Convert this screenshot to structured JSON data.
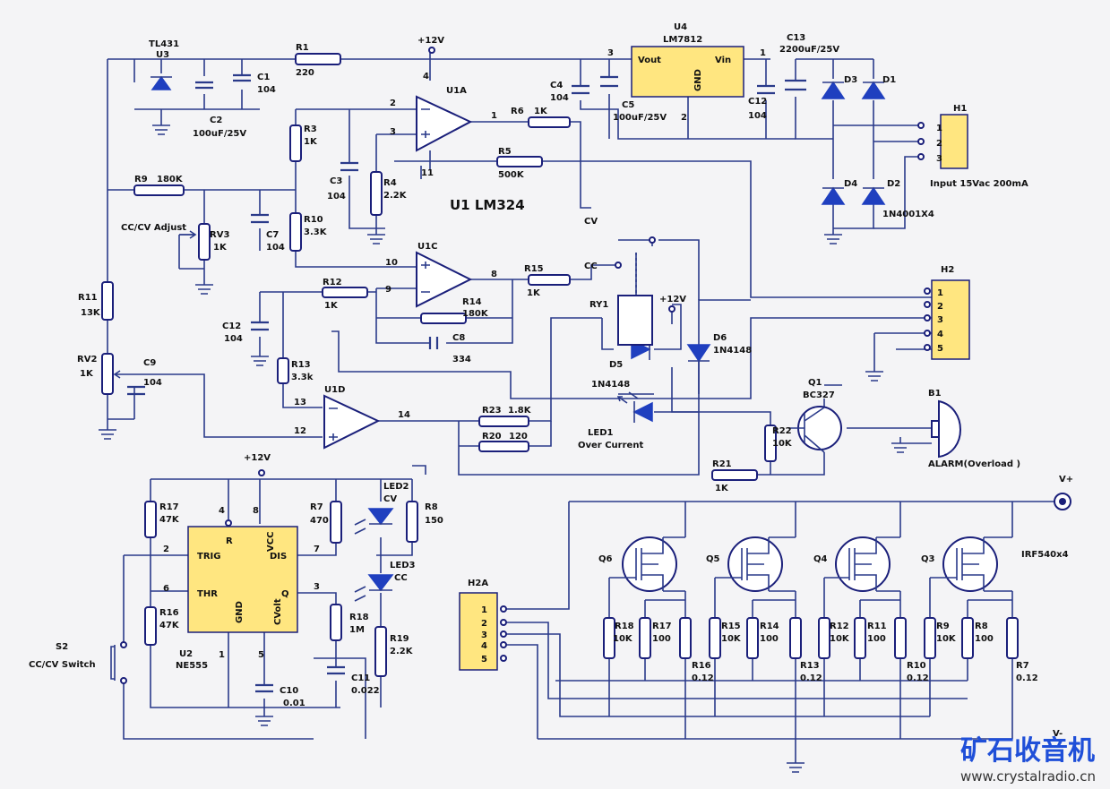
{
  "components": {
    "u3": {
      "ref": "U3",
      "part": "TL431"
    },
    "u4": {
      "ref": "U4",
      "part": "LM7812",
      "vout": "Vout",
      "gnd": "GND",
      "vin": "Vin",
      "pin3": "3",
      "pin2": "2",
      "pin1": "1"
    },
    "u1": {
      "title": "U1  LM324",
      "u1a": "U1A",
      "u1c": "U1C",
      "u1d": "U1D"
    },
    "u2": {
      "ref": "U2",
      "part": "NE555",
      "trig": "TRIG",
      "thr": "THR",
      "gnd": "GND",
      "vcc": "VCC",
      "r": "R",
      "dis": "DIS",
      "q": "Q",
      "cvolt": "CVolt"
    },
    "r1": {
      "ref": "R1",
      "val": "220"
    },
    "r3": {
      "ref": "R3",
      "val": "1K"
    },
    "r4": {
      "ref": "R4",
      "val": "2.2K"
    },
    "r5": {
      "ref": "R5",
      "val": "500K"
    },
    "r6": {
      "ref": "R6",
      "val": "1K"
    },
    "r9": {
      "ref": "R9",
      "val": "180K"
    },
    "r10": {
      "ref": "R10",
      "val": "3.3K"
    },
    "r11": {
      "ref": "R11",
      "val": "13K"
    },
    "r12": {
      "ref": "R12",
      "val": "1K"
    },
    "r13": {
      "ref": "R13",
      "val": "3.3k"
    },
    "r14": {
      "ref": "R14",
      "val": "180K"
    },
    "r15": {
      "ref": "R15",
      "val": "1K"
    },
    "r20": {
      "ref": "R20",
      "val": "120"
    },
    "r21": {
      "ref": "R21",
      "val": "1K"
    },
    "r22": {
      "ref": "R22",
      "val": "10K"
    },
    "r23": {
      "ref": "R23",
      "val": "1.8K"
    },
    "r7b": {
      "ref": "R7",
      "val": "470"
    },
    "r8b": {
      "ref": "R8",
      "val": "150"
    },
    "r16b": {
      "ref": "R16",
      "val": "47K"
    },
    "r17b": {
      "ref": "R17",
      "val": "47K"
    },
    "r18b": {
      "ref": "R18",
      "val": "1M"
    },
    "r19b": {
      "ref": "R19",
      "val": "2.2K"
    },
    "c1": {
      "ref": "C1",
      "val": "104"
    },
    "c2": {
      "ref": "C2",
      "val": "100uF/25V"
    },
    "c3": {
      "ref": "C3",
      "val": "104"
    },
    "c4": {
      "ref": "C4",
      "val": "104"
    },
    "c5": {
      "ref": "C5",
      "val": "100uF/25V"
    },
    "c7": {
      "ref": "C7",
      "val": "104"
    },
    "c8": {
      "ref": "C8",
      "val": "334"
    },
    "c9": {
      "ref": "C9",
      "val": "104"
    },
    "c10": {
      "ref": "C10",
      "val": "0.01"
    },
    "c11": {
      "ref": "C11",
      "val": "0.022"
    },
    "c12a": {
      "ref": "C12",
      "val": "104"
    },
    "c12b": {
      "ref": "C12",
      "val": "104"
    },
    "c13": {
      "ref": "C13",
      "val": "2200uF/25V"
    },
    "rv2": {
      "ref": "RV2",
      "val": "1K"
    },
    "rv3": {
      "ref": "RV3",
      "val": "1K",
      "adj": "CC/CV Adjust"
    },
    "d1": "D1",
    "d2": "D2",
    "d3": "D3",
    "d4": "D4",
    "d_note": "1N4001X4",
    "d5": {
      "ref": "D5",
      "val": "1N4148"
    },
    "d6": {
      "ref": "D6",
      "val": "1N4148"
    },
    "led1": {
      "ref": "LED1",
      "val": "Over Current"
    },
    "led2": {
      "ref": "LED2",
      "val": "CV"
    },
    "led3": {
      "ref": "LED3",
      "val": "CC"
    },
    "ry1": "RY1",
    "q1": {
      "ref": "Q1",
      "val": "BC327"
    },
    "b1": {
      "ref": "B1",
      "val": "ALARM(Overload )"
    },
    "s2": {
      "ref": "S2",
      "val": "CC/CV Switch"
    },
    "h1": {
      "ref": "H1",
      "note": "Input 15Vac 200mA",
      "pins": [
        "1",
        "2",
        "3"
      ]
    },
    "h2": {
      "ref": "H2",
      "pins": [
        "1",
        "2",
        "3",
        "4",
        "5"
      ]
    },
    "h2a": {
      "ref": "H2A",
      "pins": [
        "1",
        "2",
        "3",
        "4",
        "5"
      ]
    },
    "cv": "CV",
    "cc": "CC",
    "vplus": "V+",
    "vminus": "V-",
    "plus12": "+12V",
    "mosfets": {
      "q6": "Q6",
      "q5": "Q5",
      "q4": "Q4",
      "q3": "Q3",
      "note": "IRF540x4",
      "r18": {
        "ref": "R18",
        "val": "10K"
      },
      "r17": {
        "ref": "R17",
        "val": "100"
      },
      "r16": {
        "ref": "R16",
        "val": "0.12"
      },
      "r15": {
        "ref": "R15",
        "val": "10K"
      },
      "r14": {
        "ref": "R14",
        "val": "100"
      },
      "r13": {
        "ref": "R13",
        "val": "0.12"
      },
      "r12": {
        "ref": "R12",
        "val": "10K"
      },
      "r11": {
        "ref": "R11",
        "val": "100"
      },
      "r10": {
        "ref": "R10",
        "val": "0.12"
      },
      "r9": {
        "ref": "R9",
        "val": "10K"
      },
      "r8": {
        "ref": "R8",
        "val": "100"
      },
      "r7": {
        "ref": "R7",
        "val": "0.12"
      }
    },
    "pins": {
      "p1": "1",
      "p2": "2",
      "p3": "3",
      "p4": "4",
      "p5": "5",
      "p6": "6",
      "p7": "7",
      "p8": "8",
      "p9": "9",
      "p10": "10",
      "p11": "11",
      "p12": "12",
      "p13": "13",
      "p14": "14"
    }
  },
  "watermark": {
    "title": "矿石收音机",
    "url": "www.crystalradio.cn"
  }
}
